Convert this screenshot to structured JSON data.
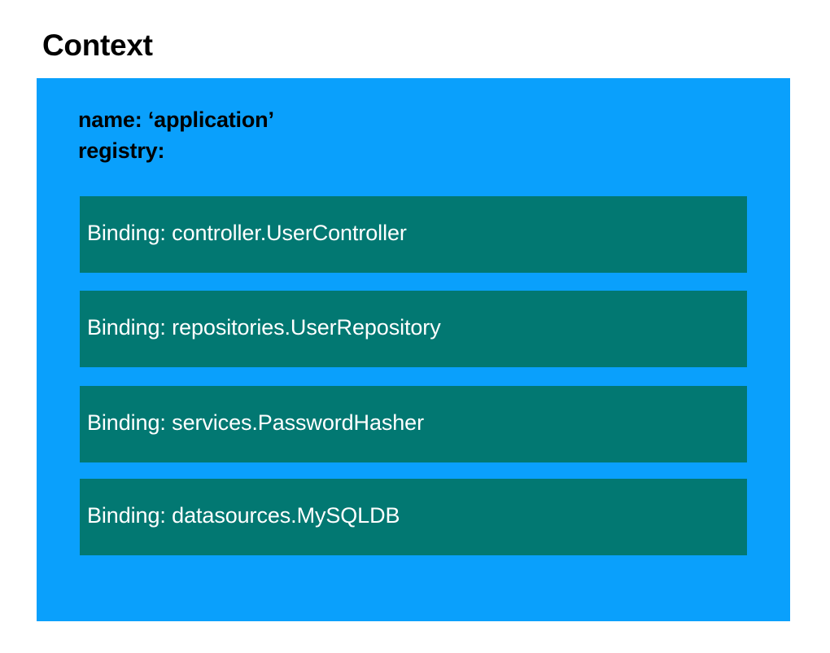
{
  "title": "Context",
  "context": {
    "name_line": "name: ‘application’",
    "registry_line": "registry:",
    "bindings": [
      "Binding: controller.UserController",
      "Binding: repositories.UserRepository",
      "Binding: services.PasswordHasher",
      "Binding: datasources.MySQLDB"
    ]
  },
  "colors": {
    "context_fill": "#0aa0fc",
    "binding_fill": "#027872",
    "binding_text": "#ffffff"
  }
}
